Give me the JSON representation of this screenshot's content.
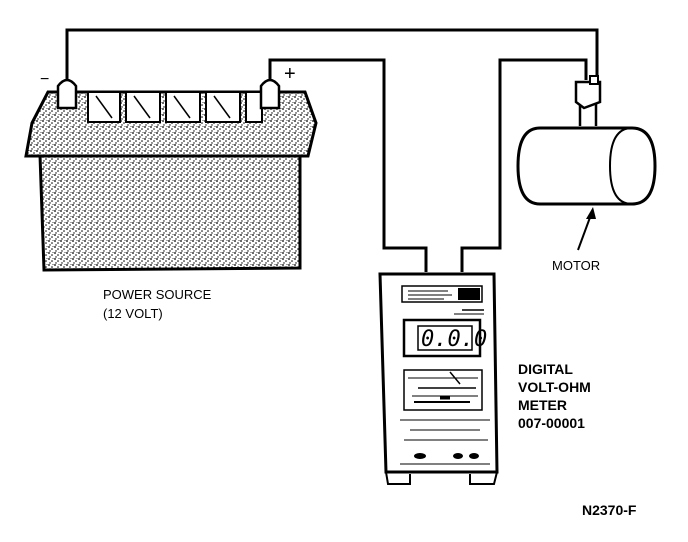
{
  "labels": {
    "battery_line1": "POWER SOURCE",
    "battery_line2": "(12 VOLT)",
    "plus_sign": "+",
    "minus_sign": "−",
    "motor": "MOTOR",
    "meter_line1": "DIGITAL",
    "meter_line2": "VOLT-OHM",
    "meter_line3": "METER",
    "meter_line4": "007-00001",
    "figure_id": "N2370-F"
  },
  "meter": {
    "display_reading": "0.0.0"
  },
  "colors": {
    "ink": "#000000",
    "paper": "#ffffff"
  }
}
